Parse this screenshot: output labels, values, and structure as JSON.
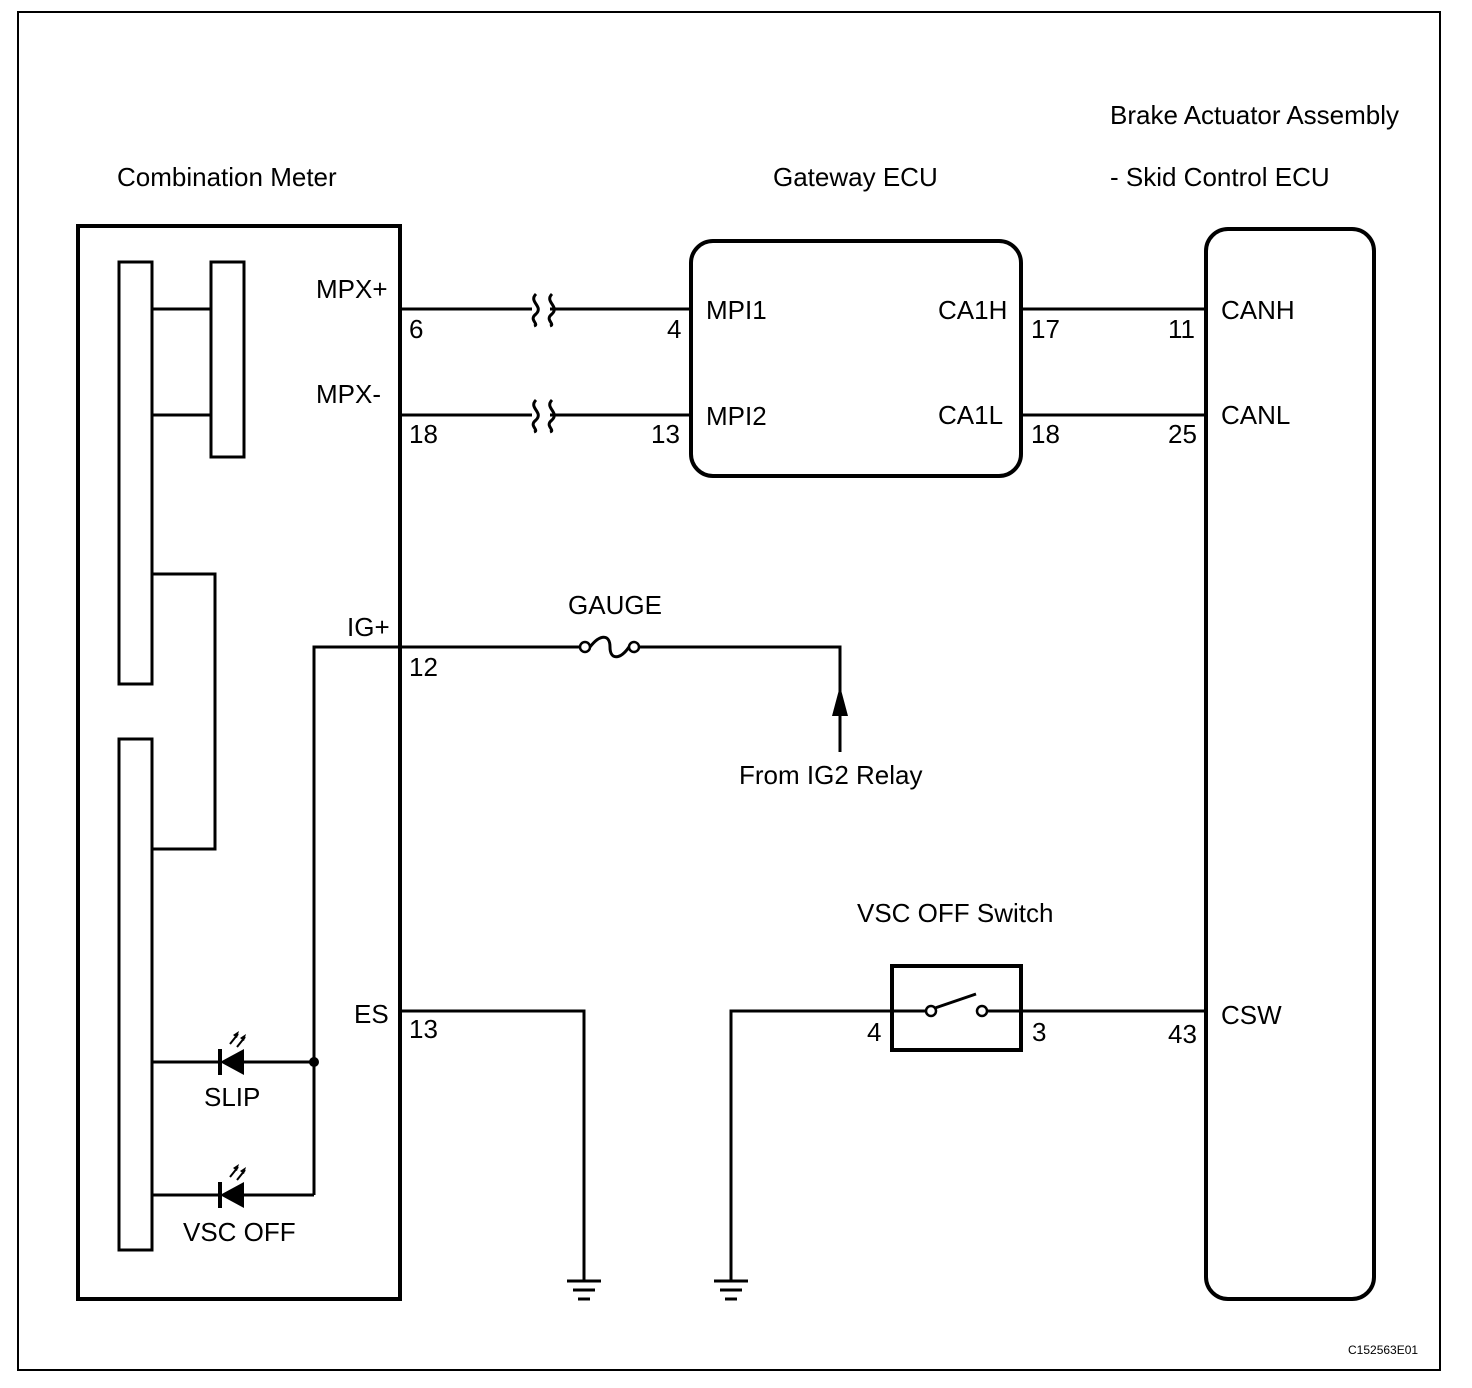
{
  "components": {
    "combination_meter": {
      "title": "Combination Meter",
      "pins": [
        {
          "name": "MPX+",
          "number": "6"
        },
        {
          "name": "MPX-",
          "number": "18"
        },
        {
          "name": "IG+",
          "number": "12"
        },
        {
          "name": "ES",
          "number": "13"
        }
      ]
    },
    "gateway_ecu": {
      "title": "Gateway ECU",
      "pins": [
        {
          "name": "MPI1",
          "number": "4"
        },
        {
          "name": "MPI2",
          "number": "13"
        },
        {
          "name": "CA1H",
          "number": "17"
        },
        {
          "name": "CA1L",
          "number": "18"
        }
      ]
    },
    "brake_actuator": {
      "title_line1": "Brake Actuator Assembly",
      "title_line2": "- Skid Control ECU",
      "pins": [
        {
          "name": "CANH",
          "number": "11"
        },
        {
          "name": "CANL",
          "number": "25"
        },
        {
          "name": "CSW",
          "number": "43"
        }
      ]
    },
    "vsc_off_switch": {
      "title": "VSC OFF Switch",
      "pins": [
        {
          "number": "4"
        },
        {
          "number": "3"
        }
      ]
    },
    "fuse": {
      "label": "GAUGE"
    },
    "ig2_source": {
      "label": "From IG2 Relay"
    },
    "indicators": [
      {
        "label": "SLIP"
      },
      {
        "label": "VSC OFF"
      }
    ]
  },
  "figure_code": "C152563E01"
}
